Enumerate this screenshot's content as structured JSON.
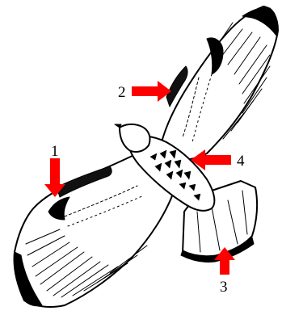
{
  "diagram": {
    "colors": {
      "arrow": "#ff0000",
      "ink": "#000000",
      "paper": "#ffffff"
    },
    "callouts": [
      {
        "number": "1",
        "arrow_direction": "down"
      },
      {
        "number": "2",
        "arrow_direction": "right"
      },
      {
        "number": "3",
        "arrow_direction": "up"
      },
      {
        "number": "4",
        "arrow_direction": "left"
      }
    ],
    "subject_icon": "soaring-hawk-underside-illustration"
  }
}
